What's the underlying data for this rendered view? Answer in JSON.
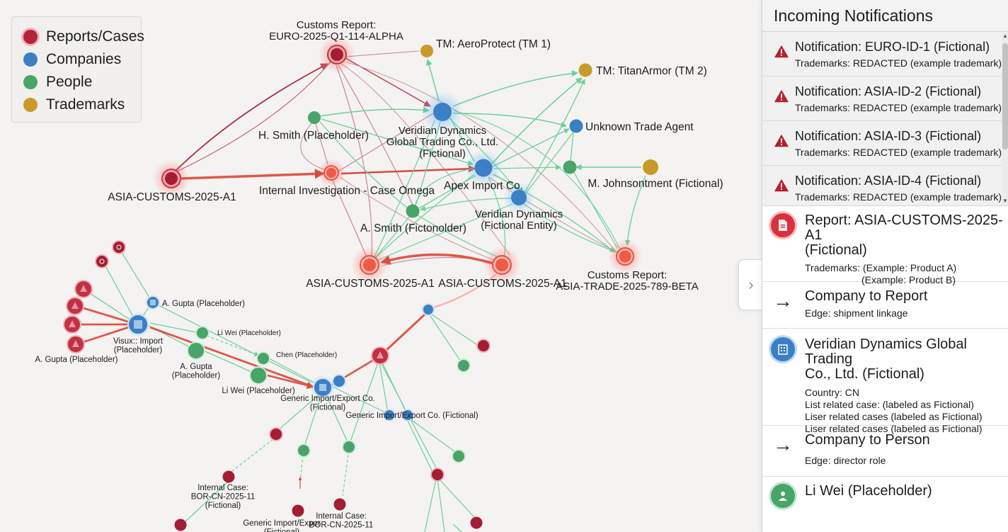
{
  "legend": {
    "items": [
      {
        "label": "Reports/Cases",
        "color": "#b3243a"
      },
      {
        "label": "Companies",
        "color": "#3b7fc4"
      },
      {
        "label": "People",
        "color": "#48a468"
      },
      {
        "label": "Trademarks",
        "color": "#c99a2a"
      }
    ]
  },
  "graph": {
    "nodes": [
      {
        "id": "customs_euro",
        "label": "Customs Report:\nEURO-2025-Q1-114-ALPHA",
        "type": "report"
      },
      {
        "id": "tm_aero",
        "label": "TM: AeroProtect (TM 1)",
        "type": "trademark"
      },
      {
        "id": "tm_titan",
        "label": "TM: TitanArmor (TM 2)",
        "type": "trademark"
      },
      {
        "id": "veridian_global",
        "label": "Veridian Dynamics\nGlobal Trading Co., Ltd.\n(Fictional)",
        "type": "company"
      },
      {
        "id": "unknown_agent",
        "label": "Unknown Trade Agent",
        "type": "company"
      },
      {
        "id": "h_smith",
        "label": "H. Smith (Placeholder)",
        "type": "person"
      },
      {
        "id": "asia_a1_main",
        "label": "ASIA-CUSTOMS-2025-A1",
        "type": "report"
      },
      {
        "id": "case_omega",
        "label": "Internal Investigation - Case Omega",
        "type": "case"
      },
      {
        "id": "apex",
        "label": "Apex Import Co.",
        "type": "company"
      },
      {
        "id": "m_johnson",
        "label": "M. Johnsontment (Fictional)",
        "type": "trademark"
      },
      {
        "id": "veridian_entity",
        "label": "Veridian Dynamics\n(Fictional Entity)",
        "type": "company"
      },
      {
        "id": "a_smith",
        "label": "A. Smith (Fictonolder)",
        "type": "person"
      },
      {
        "id": "asia_a1_left",
        "label": "ASIA-CUSTOMS-2025-A1",
        "type": "case"
      },
      {
        "id": "asia_a1_right",
        "label": "ASIA-CUSTOMS-2025-A1",
        "type": "case"
      },
      {
        "id": "customs_beta",
        "label": "Customs Report:\nASIA-TRADE-2025-789-BETA",
        "type": "case"
      },
      {
        "id": "a_gupta_top",
        "label": "A. Gupta (Placeholder)",
        "type": "company"
      },
      {
        "id": "visux",
        "label": "Visux:: Import\n(Placeholder)",
        "type": "company"
      },
      {
        "id": "a_gupta_left",
        "label": "A. Gupta (Placeholder)",
        "type": "report"
      },
      {
        "id": "a_gupta_mid",
        "label": "A. Gupta\n(Placeholder)",
        "type": "person"
      },
      {
        "id": "li_wei_small",
        "label": "Li Wei (Placeholder)",
        "type": "person"
      },
      {
        "id": "chen",
        "label": "Chen (Placeholder)",
        "type": "person"
      },
      {
        "id": "li_wei",
        "label": "Li Wei (Placeholder)",
        "type": "person"
      },
      {
        "id": "generic_main",
        "label": "Generic Import/Export Co.\n(Fictional)",
        "type": "company"
      },
      {
        "id": "generic_right",
        "label": "Generic Import/Export Co. (Fictional)",
        "type": "company"
      },
      {
        "id": "internal_left",
        "label": "Internal Case:\nBOR-CN-2025-11\n(Fictional)",
        "type": "report"
      },
      {
        "id": "generic_bottom",
        "label": "Generic Import/Expor\n(Fictional)",
        "type": "report"
      },
      {
        "id": "internal_bottom",
        "label": "Internal Case:\nBOR-CN-2025-11",
        "type": "report"
      }
    ]
  },
  "panel": {
    "title": "Incoming Notifications",
    "notifications": [
      {
        "title": "Notification: EURO-ID-1 (Fictional)",
        "subtitle": "Trademarks: REDACTED (example trademark)"
      },
      {
        "title": "Notification: ASIA-ID-2 (Fictional)",
        "subtitle": "Trademarks: REDACTED (example trademark)"
      },
      {
        "title": "Notification: ASIA-ID-3 (Fictional)",
        "subtitle": "Trademarks: REDACTED (example trademark)"
      },
      {
        "title": "Notification: ASIA-ID-4 (Fictional)",
        "subtitle": "Trademarks: REDACTED (example trademark)"
      }
    ],
    "report": {
      "title_line1": "Report: ASIA-CUSTOMS-2025-A1",
      "title_line2": "(Fictional)",
      "trademarks_label": "Trademarks: (Example: Product A)",
      "trademarks_line2": "(Example: Product B)"
    },
    "edge1": {
      "title": "Company to Report",
      "subtitle": "Edge: shipment linkage"
    },
    "company": {
      "title_line1": "Veridian Dynamics Global Trading",
      "title_line2": "Co., Ltd. (Fictional)",
      "lines": [
        "Country: CN",
        "List related case: (labeled as Fictional)",
        "Liser related cases (labeled as Fictional)",
        "Liser related cases (labeled as Fictional)"
      ]
    },
    "edge2": {
      "title": "Company to Person",
      "subtitle": "Edge: director role"
    },
    "person": {
      "title": "Li Wei (Placeholder)"
    }
  }
}
